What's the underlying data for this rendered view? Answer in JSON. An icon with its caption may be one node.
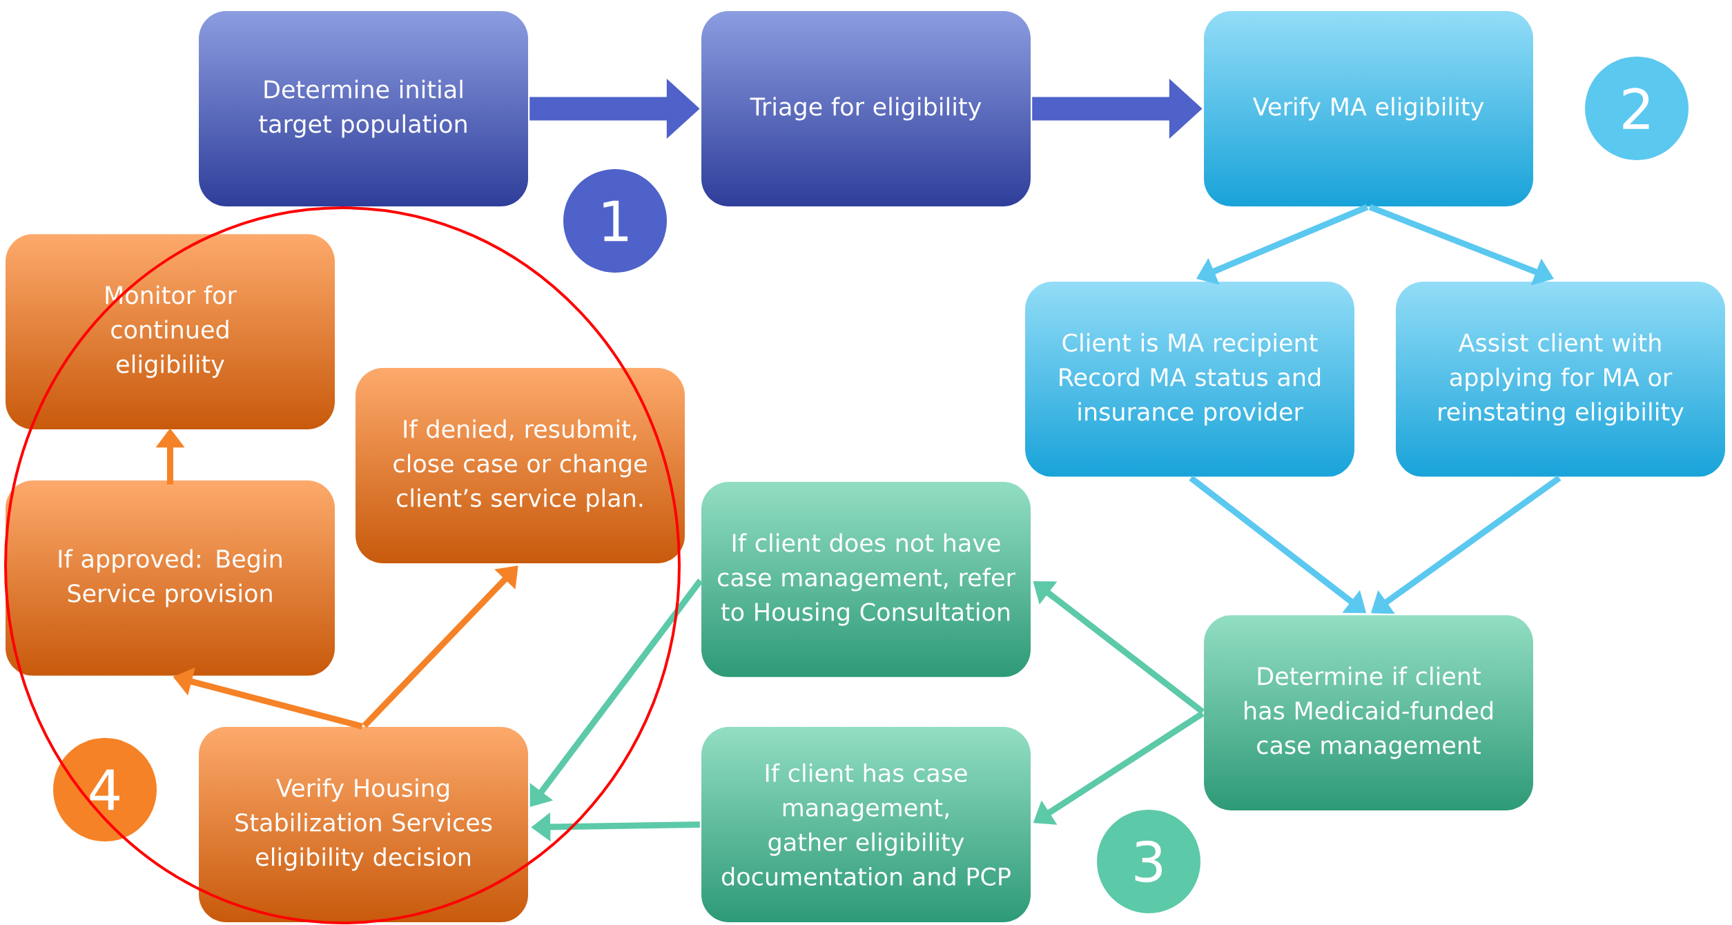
{
  "diagram": {
    "nodes": [
      {
        "text": [
          "Determine initial target population"
        ]
      },
      {
        "text": [
          "Triage for eligibility"
        ]
      },
      {
        "text": [
          "Verify MA eligibility"
        ]
      },
      {
        "text": [
          "2"
        ]
      },
      {
        "text": [
          "1"
        ]
      },
      {
        "text": [
          "Monitor for continued eligibility"
        ]
      },
      {
        "text": [
          "Client is MA recipient",
          "Record MA status and insurance provider"
        ]
      },
      {
        "text": [
          "Assist client with applying for MA or reinstating eligibility"
        ]
      },
      {
        "text": [
          "If denied, resubmit, close case or change client’s service plan."
        ]
      },
      {
        "text": [
          "If approved: Begin Service provision"
        ]
      },
      {
        "text": [
          "If client does not have case management, refer to Housing Consultation"
        ]
      },
      {
        "text": [
          "Determine if client has Medicaid-funded case management"
        ]
      },
      {
        "text": [
          "Verify Housing Stabilization Services eligibility decision"
        ]
      },
      {
        "text": [
          "If client has case management, gather eligibility documentation and PCP"
        ]
      },
      {
        "text": [
          "4"
        ]
      },
      {
        "text": [
          "3"
        ]
      }
    ],
    "edges": [
      {
        "from": 0,
        "to": 1,
        "arrow": "to",
        "style": "thick",
        "color": "#4f62c9"
      },
      {
        "from": 1,
        "to": 2,
        "arrow": "to",
        "style": "thick",
        "color": "#4f62c9"
      },
      {
        "from": 2,
        "to": 6,
        "arrow": "to",
        "color": "#5bc8f0"
      },
      {
        "from": 2,
        "to": 7,
        "arrow": "to",
        "color": "#5bc8f0"
      },
      {
        "from": 6,
        "to": 11,
        "arrow": "to",
        "color": "#5bc8f0"
      },
      {
        "from": 7,
        "to": 11,
        "arrow": "to",
        "color": "#5bc8f0"
      },
      {
        "from": 11,
        "to": 10,
        "arrow": "to",
        "color": "#5cc9a8"
      },
      {
        "from": 11,
        "to": 13,
        "arrow": "to",
        "color": "#5cc9a8"
      },
      {
        "from": 10,
        "to": 12,
        "arrow": "to",
        "color": "#5cc9a8"
      },
      {
        "from": 13,
        "to": 12,
        "arrow": "to",
        "color": "#5cc9a8"
      },
      {
        "from": 12,
        "to": 9,
        "arrow": "to",
        "color": "#f58226"
      },
      {
        "from": 12,
        "to": 8,
        "arrow": "to",
        "color": "#f58226"
      },
      {
        "from": 9,
        "to": 5,
        "arrow": "to",
        "color": "#f58226"
      }
    ]
  }
}
